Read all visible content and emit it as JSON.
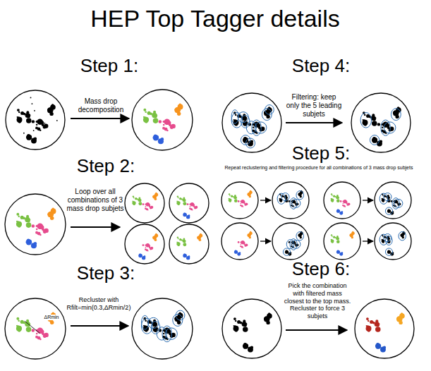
{
  "diagram": {
    "title": "HEP Top Tagger details",
    "labels": [
      "Step 1:",
      "Mass drop decomposition",
      "Step 2:",
      "Loop over all combinations of 3 mass drop subjets",
      "Step 3:",
      "Recluster with Rfilt=min(0.3,ΔRmin/2)",
      "ΔRmin",
      "Step 4:",
      "Filtering: keep only the 5 leading subjets",
      "Step 5:",
      "Repeat reclustering and filtering procedure for all combinations of 3 mass drop subjets",
      "Step 6:",
      "Pick the combination with filtered mass closest to the top mass. Recluster to force 3 subjets"
    ]
  }
}
